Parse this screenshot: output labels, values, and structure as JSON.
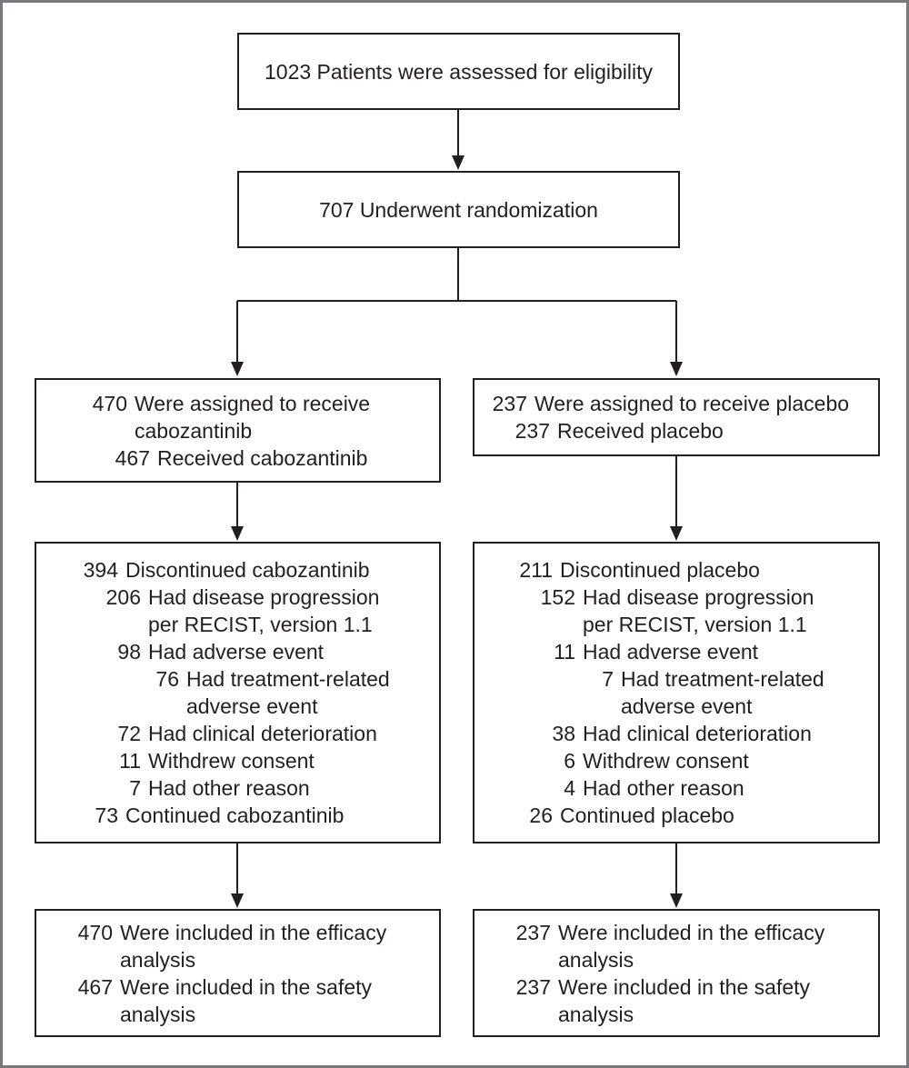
{
  "colors": {
    "frame": "#77787b",
    "line": "#231f20",
    "background": "#ffffff"
  },
  "flow": {
    "eligibility": {
      "text": "1023 Patients were assessed for eligibility"
    },
    "randomization": {
      "text": "707 Underwent randomization"
    },
    "cabozantinib": {
      "assignment": {
        "lines": [
          {
            "num": "470",
            "label": "Were assigned to receive\ncabozantinib"
          },
          {
            "num": "467",
            "label": "Received cabozantinib"
          }
        ]
      },
      "discontinuation": {
        "lines": [
          {
            "num": "394",
            "label": "Discontinued cabozantinib"
          },
          {
            "num": "206",
            "label": "Had disease progression\nper RECIST, version 1.1"
          },
          {
            "num": "98",
            "label": "Had adverse event"
          },
          {
            "num": "76",
            "label": "Had treatment-related\nadverse event"
          },
          {
            "num": "72",
            "label": "Had clinical deterioration"
          },
          {
            "num": "11",
            "label": "Withdrew consent"
          },
          {
            "num": "7",
            "label": "Had other reason"
          },
          {
            "num": "73",
            "label": "Continued cabozantinib"
          }
        ]
      },
      "analysis": {
        "lines": [
          {
            "num": "470",
            "label": "Were included in the efficacy\nanalysis"
          },
          {
            "num": "467",
            "label": "Were included in the safety\nanalysis"
          }
        ]
      }
    },
    "placebo": {
      "assignment": {
        "lines": [
          {
            "num": "237",
            "label": "Were assigned to receive placebo"
          },
          {
            "num": "237",
            "label": "Received placebo"
          }
        ]
      },
      "discontinuation": {
        "lines": [
          {
            "num": "211",
            "label": "Discontinued placebo"
          },
          {
            "num": "152",
            "label": "Had disease progression\nper RECIST, version 1.1"
          },
          {
            "num": "11",
            "label": "Had adverse event"
          },
          {
            "num": "7",
            "label": "Had treatment-related\nadverse event"
          },
          {
            "num": "38",
            "label": "Had clinical deterioration"
          },
          {
            "num": "6",
            "label": "Withdrew consent"
          },
          {
            "num": "4",
            "label": "Had other reason"
          },
          {
            "num": "26",
            "label": "Continued placebo"
          }
        ]
      },
      "analysis": {
        "lines": [
          {
            "num": "237",
            "label": "Were included in the efficacy\nanalysis"
          },
          {
            "num": "237",
            "label": "Were included in the safety\nanalysis"
          }
        ]
      }
    }
  }
}
